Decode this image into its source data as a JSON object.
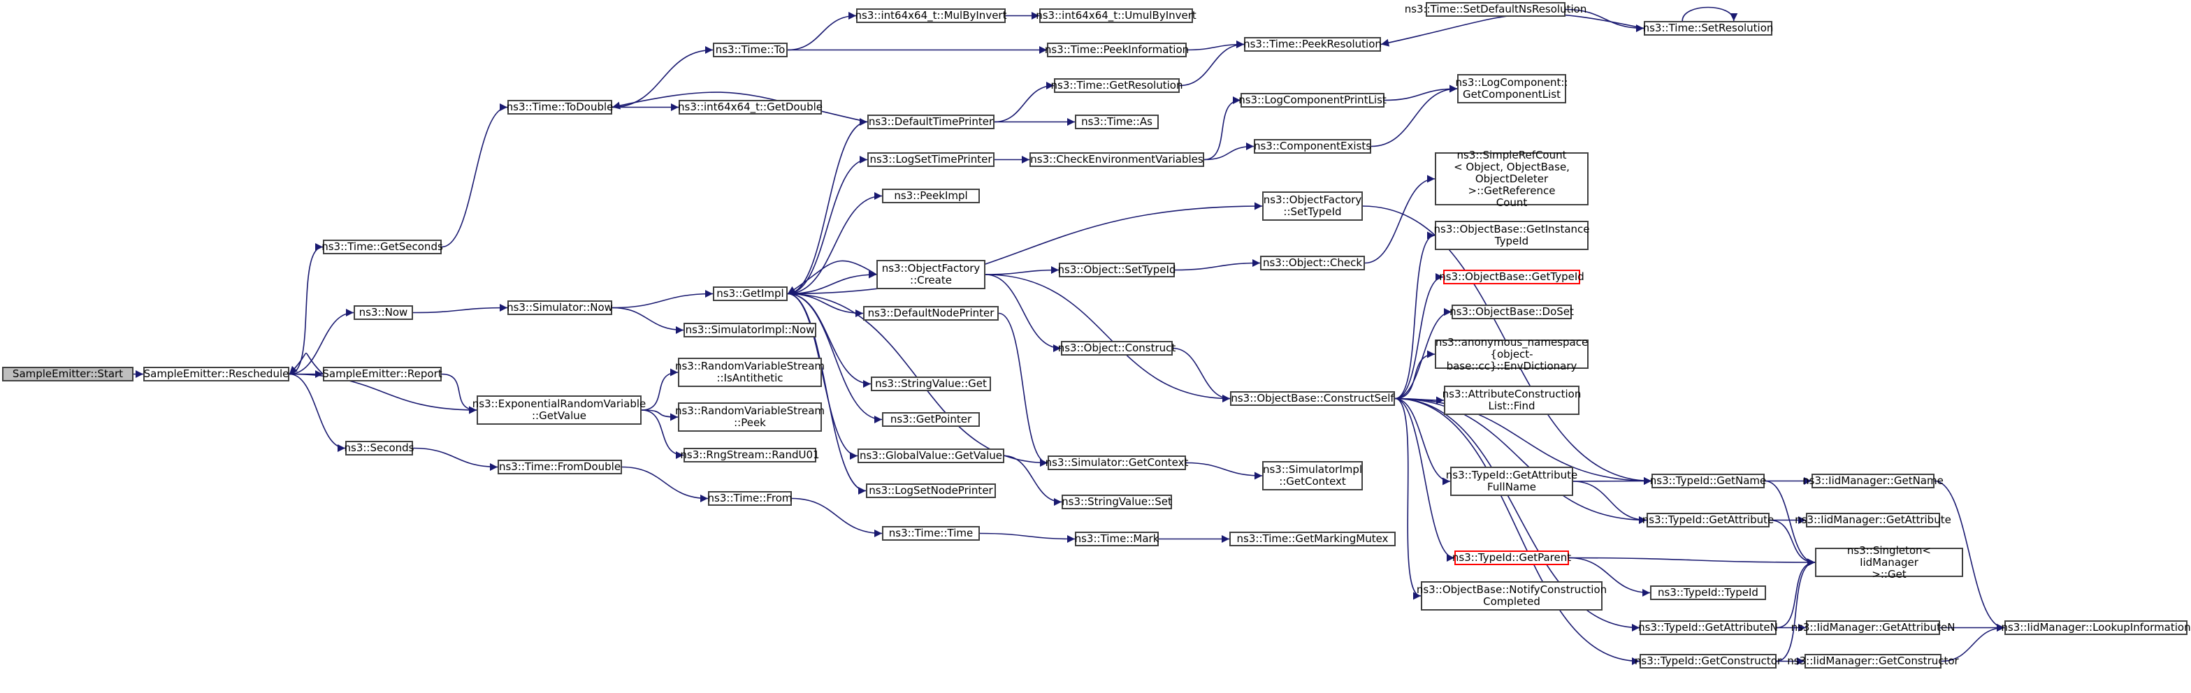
{
  "colors": {
    "edge": "#191970",
    "node_border": "#404040",
    "root_fill": "#bfbfbf",
    "incomplete_border": "#ff0000"
  },
  "nodes": [
    {
      "id": "n0",
      "label": "SampleEmitter::Start",
      "root": true
    },
    {
      "id": "n1",
      "label": "SampleEmitter::Reschedule"
    },
    {
      "id": "n2",
      "label": "ns3::Time::GetSeconds"
    },
    {
      "id": "n3",
      "label": "ns3::Now"
    },
    {
      "id": "n4",
      "label": "SampleEmitter::Report"
    },
    {
      "id": "n5",
      "label": "ns3::ExponentialRandomVariable\n::GetValue"
    },
    {
      "id": "n6",
      "label": "ns3::Seconds"
    },
    {
      "id": "n7",
      "label": "ns3::Time::ToDouble"
    },
    {
      "id": "n8",
      "label": "ns3::Simulator::Now"
    },
    {
      "id": "n9",
      "label": "ns3::Time::FromDouble"
    },
    {
      "id": "n10",
      "label": "ns3::Time::To"
    },
    {
      "id": "n11",
      "label": "ns3::int64x64_t::GetDouble"
    },
    {
      "id": "n12",
      "label": "ns3::GetImpl"
    },
    {
      "id": "n13",
      "label": "ns3::SimulatorImpl::Now"
    },
    {
      "id": "n14",
      "label": "ns3::RandomVariableStream\n::IsAntithetic"
    },
    {
      "id": "n15",
      "label": "ns3::RandomVariableStream\n::Peek"
    },
    {
      "id": "n16",
      "label": "ns3::RngStream::RandU01"
    },
    {
      "id": "n17",
      "label": "ns3::Time::From"
    },
    {
      "id": "n18",
      "label": "ns3::int64x64_t::MulByInvert"
    },
    {
      "id": "n19",
      "label": "ns3::DefaultTimePrinter"
    },
    {
      "id": "n20",
      "label": "ns3::LogSetTimePrinter"
    },
    {
      "id": "n21",
      "label": "ns3::PeekImpl"
    },
    {
      "id": "n22",
      "label": "ns3::ObjectFactory\n::Create"
    },
    {
      "id": "n23",
      "label": "ns3::DefaultNodePrinter"
    },
    {
      "id": "n24",
      "label": "ns3::StringValue::Get"
    },
    {
      "id": "n25",
      "label": "ns3::GetPointer"
    },
    {
      "id": "n26",
      "label": "ns3::GlobalValue::GetValue"
    },
    {
      "id": "n27",
      "label": "ns3::LogSetNodePrinter"
    },
    {
      "id": "n28",
      "label": "ns3::Time::Time"
    },
    {
      "id": "n29",
      "label": "ns3::int64x64_t::UmulByInvert"
    },
    {
      "id": "n30",
      "label": "ns3::Time::PeekInformation"
    },
    {
      "id": "n31",
      "label": "ns3::Time::GetResolution"
    },
    {
      "id": "n32",
      "label": "ns3::Time::As"
    },
    {
      "id": "n33",
      "label": "ns3::CheckEnvironmentVariables"
    },
    {
      "id": "n34",
      "label": "ns3::Object::SetTypeId"
    },
    {
      "id": "n35",
      "label": "ns3::Object::Construct"
    },
    {
      "id": "n36",
      "label": "ns3::Simulator::GetContext"
    },
    {
      "id": "n37",
      "label": "ns3::StringValue::Set"
    },
    {
      "id": "n38",
      "label": "ns3::Time::Mark"
    },
    {
      "id": "n39",
      "label": "ns3::LogComponentPrintList"
    },
    {
      "id": "n40",
      "label": "ns3::ComponentExists"
    },
    {
      "id": "n41",
      "label": "ns3::ObjectFactory\n::SetTypeId"
    },
    {
      "id": "n42",
      "label": "ns3::Object::Check"
    },
    {
      "id": "n43",
      "label": "ns3::ObjectBase::ConstructSelf"
    },
    {
      "id": "n44",
      "label": "ns3::SimulatorImpl\n::GetContext"
    },
    {
      "id": "n45",
      "label": "ns3::Time::GetMarkingMutex"
    },
    {
      "id": "n46",
      "label": "ns3::Time::PeekResolution"
    },
    {
      "id": "n47",
      "label": "ns3::Time::SetDefaultNsResolution"
    },
    {
      "id": "n48",
      "label": "ns3::LogComponent::\nGetComponentList"
    },
    {
      "id": "n49",
      "label": "ns3::SimpleRefCount\n< Object, ObjectBase,\n ObjectDeleter >::GetReference\nCount"
    },
    {
      "id": "n50",
      "label": "ns3::ObjectBase::GetInstance\nTypeId"
    },
    {
      "id": "n51",
      "label": "ns3::ObjectBase::GetTypeId",
      "incomplete": true
    },
    {
      "id": "n52",
      "label": "ns3::ObjectBase::DoSet"
    },
    {
      "id": "n53",
      "label": "ns3::anonymous_namespace\n{object-base::cc}::EnvDictionary"
    },
    {
      "id": "n54",
      "label": "ns3::AttributeConstruction\nList::Find"
    },
    {
      "id": "n55",
      "label": "ns3::TypeId::GetAttribute\nFullName"
    },
    {
      "id": "n56",
      "label": "ns3::TypeId::GetParent",
      "incomplete": true
    },
    {
      "id": "n57",
      "label": "ns3::ObjectBase::NotifyConstruction\nCompleted"
    },
    {
      "id": "n58",
      "label": "ns3::TypeId::GetAttributeN"
    },
    {
      "id": "n59",
      "label": "ns3::TypeId::GetConstructor"
    },
    {
      "id": "n60",
      "label": "ns3::Time::SetResolution"
    },
    {
      "id": "n61",
      "label": "ns3::TypeId::GetName"
    },
    {
      "id": "n62",
      "label": "ns3::TypeId::GetAttribute"
    },
    {
      "id": "n63",
      "label": "ns3::TypeId::TypeId"
    },
    {
      "id": "n64",
      "label": "ns3::IidManager::GetName"
    },
    {
      "id": "n65",
      "label": "ns3::IidManager::GetAttribute"
    },
    {
      "id": "n66",
      "label": "ns3::Singleton< IidManager\n >::Get"
    },
    {
      "id": "n67",
      "label": "ns3::IidManager::GetAttributeN"
    },
    {
      "id": "n68",
      "label": "ns3::IidManager::GetConstructor"
    },
    {
      "id": "n69",
      "label": "ns3::IidManager::LookupInformation"
    }
  ]
}
